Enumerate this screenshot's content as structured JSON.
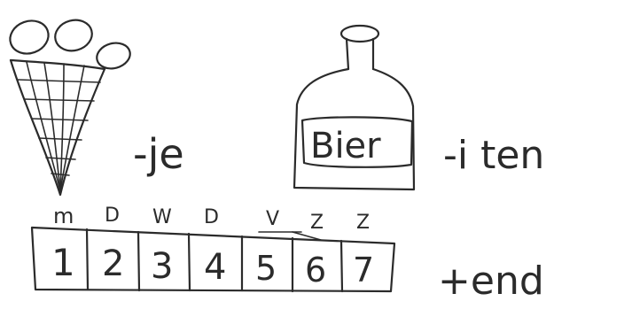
{
  "rebus_line1": {
    "suffix_je": "-je",
    "bottle_label": "Bier",
    "suffix_iten": "-i ten"
  },
  "rebus_line2": {
    "day_letters": [
      "m",
      "D",
      "W",
      "D",
      "V",
      "Z",
      "Z"
    ],
    "day_numbers": [
      "1",
      "2",
      "3",
      "4",
      "5",
      "6",
      "7"
    ],
    "suffix_end": "+end"
  },
  "icons": {
    "ice_cream": "ice-cream-cone-icon",
    "bottle": "bottle-icon"
  }
}
